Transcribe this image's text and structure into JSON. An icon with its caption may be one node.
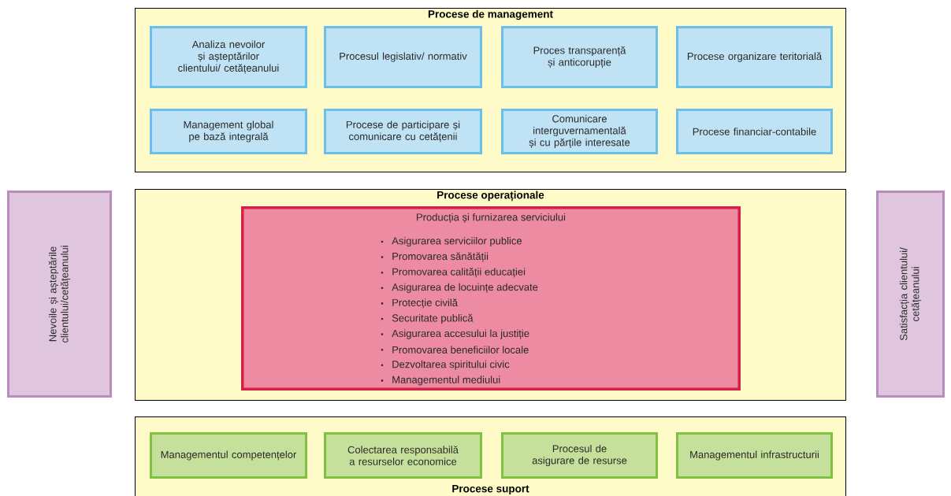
{
  "diagram": {
    "nodes": [
      {
        "text": [
          "Procese de management"
        ]
      },
      {
        "text": [
          "Analiza nevoilor și așteptărilor clientului/ cetățeanului"
        ],
        "in": 0
      },
      {
        "text": [
          "Procesul legislativ/ normativ"
        ],
        "in": 0
      },
      {
        "text": [
          "Proces transparență și anticorupție"
        ],
        "in": 0
      },
      {
        "text": [
          "Procese organizare teritorială"
        ],
        "in": 0
      },
      {
        "text": [
          "Management global pe bază integrală"
        ],
        "in": 0
      },
      {
        "text": [
          "Procese de participare și comunicare cu cetățenii"
        ],
        "in": 0
      },
      {
        "text": [
          "Comunicare interguvernamentală și cu părțile interesate"
        ],
        "in": 0
      },
      {
        "text": [
          "Procese financiar-contabile"
        ],
        "in": 0
      },
      {
        "text": [
          "Nevoile și așteptările clientului/cetățeanului"
        ]
      },
      {
        "text": [
          "Procese operaționale"
        ]
      },
      {
        "text": [
          "Producția și furnizarea serviciului",
          "Asigurarea serviciilor publice",
          "Promovarea sănătății",
          "Promovarea calității educației",
          "Asigurarea de locuințe adecvate",
          "Protecție civilă",
          "Securitate publică",
          "Asigurarea accesului la justiție",
          "Promovarea beneficiilor locale",
          "Dezvoltarea spiritului civic",
          "Managementul mediului"
        ],
        "in": 10
      },
      {
        "text": [
          "Satisfacția clientului/ cetățeanului"
        ]
      },
      {
        "text": [
          "Procese suport"
        ]
      },
      {
        "text": [
          "Managementul competențelor"
        ],
        "in": 13
      },
      {
        "text": [
          "Colectarea responsabilă a resurselor economice"
        ],
        "in": 13
      },
      {
        "text": [
          "Procesul de asigurare de resurse"
        ],
        "in": 13
      },
      {
        "text": [
          "Managementul infrastructurii"
        ],
        "in": 13
      }
    ]
  }
}
